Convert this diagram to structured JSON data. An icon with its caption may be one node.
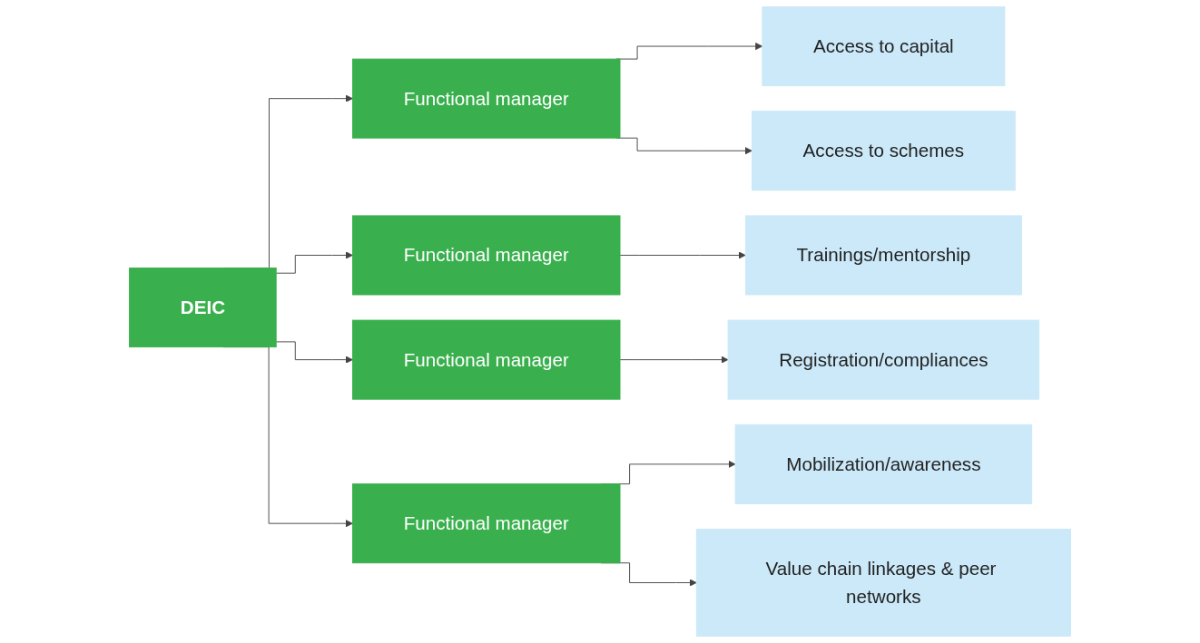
{
  "diagram": {
    "nodes": [
      {
        "text": [
          "DEIC"
        ]
      },
      {
        "text": [
          "Functional manager"
        ]
      },
      {
        "text": [
          "Functional manager"
        ]
      },
      {
        "text": [
          "Functional manager"
        ]
      },
      {
        "text": [
          "Functional manager"
        ]
      },
      {
        "text": [
          "Access to capital"
        ]
      },
      {
        "text": [
          "Access to schemes"
        ]
      },
      {
        "text": [
          "Trainings/mentorship"
        ]
      },
      {
        "text": [
          "Registration/compliances"
        ]
      },
      {
        "text": [
          "Mobilization/awareness"
        ]
      },
      {
        "text": [
          "Value chain linkages & peer networks"
        ]
      }
    ],
    "edges": [
      {
        "from": 0,
        "to": 1,
        "arrow": "to"
      },
      {
        "from": 0,
        "to": 2,
        "arrow": "to"
      },
      {
        "from": 0,
        "to": 3,
        "arrow": "to"
      },
      {
        "from": 0,
        "to": 4,
        "arrow": "to"
      },
      {
        "from": 1,
        "to": 5,
        "arrow": "to"
      },
      {
        "from": 1,
        "to": 6,
        "arrow": "to"
      },
      {
        "from": 2,
        "to": 7,
        "arrow": "to"
      },
      {
        "from": 3,
        "to": 8,
        "arrow": "to"
      },
      {
        "from": 4,
        "to": 9,
        "arrow": "to"
      },
      {
        "from": 4,
        "to": 10,
        "arrow": "to"
      }
    ]
  }
}
